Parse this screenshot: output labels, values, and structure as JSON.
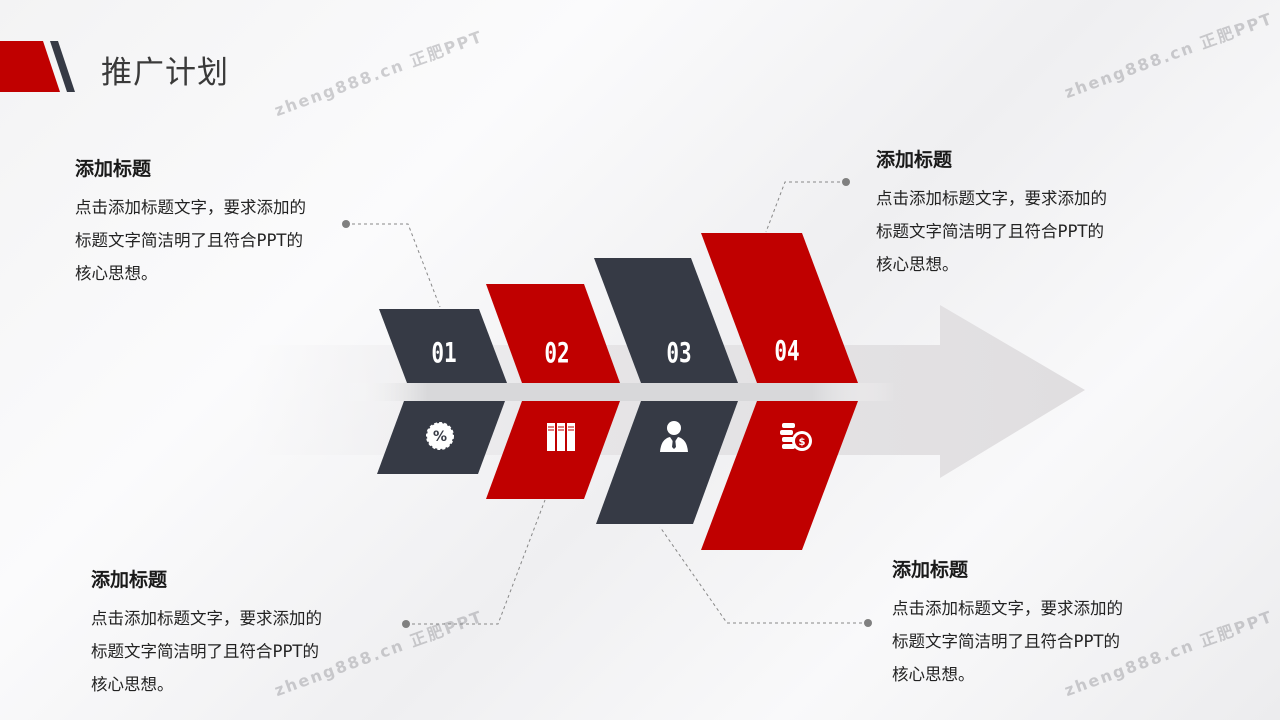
{
  "header": {
    "title": "推广计划"
  },
  "watermark": "zheng888.cn 正肥PPT",
  "colors": {
    "red": "#c00000",
    "dark": "#363a45",
    "arrow": "#e4e3e5"
  },
  "steps": [
    {
      "number": "01",
      "icon": "percent-badge-icon",
      "color": "dark"
    },
    {
      "number": "02",
      "icon": "books-icon",
      "color": "red"
    },
    {
      "number": "03",
      "icon": "person-icon",
      "color": "dark"
    },
    {
      "number": "04",
      "icon": "coins-dollar-icon",
      "color": "red"
    }
  ],
  "blocks": [
    {
      "heading": "添加标题",
      "lines": [
        "点击添加标题文字，要求添加的",
        "标题文字简洁明了且符合PPT的",
        "核心思想。"
      ]
    },
    {
      "heading": "添加标题",
      "lines": [
        "点击添加标题文字，要求添加的",
        "标题文字简洁明了且符合PPT的",
        "核心思想。"
      ]
    },
    {
      "heading": "添加标题",
      "lines": [
        "点击添加标题文字，要求添加的",
        "标题文字简洁明了且符合PPT的",
        "核心思想。"
      ]
    },
    {
      "heading": "添加标题",
      "lines": [
        "点击添加标题文字，要求添加的",
        "标题文字简洁明了且符合PPT的",
        "核心思想。"
      ]
    }
  ]
}
